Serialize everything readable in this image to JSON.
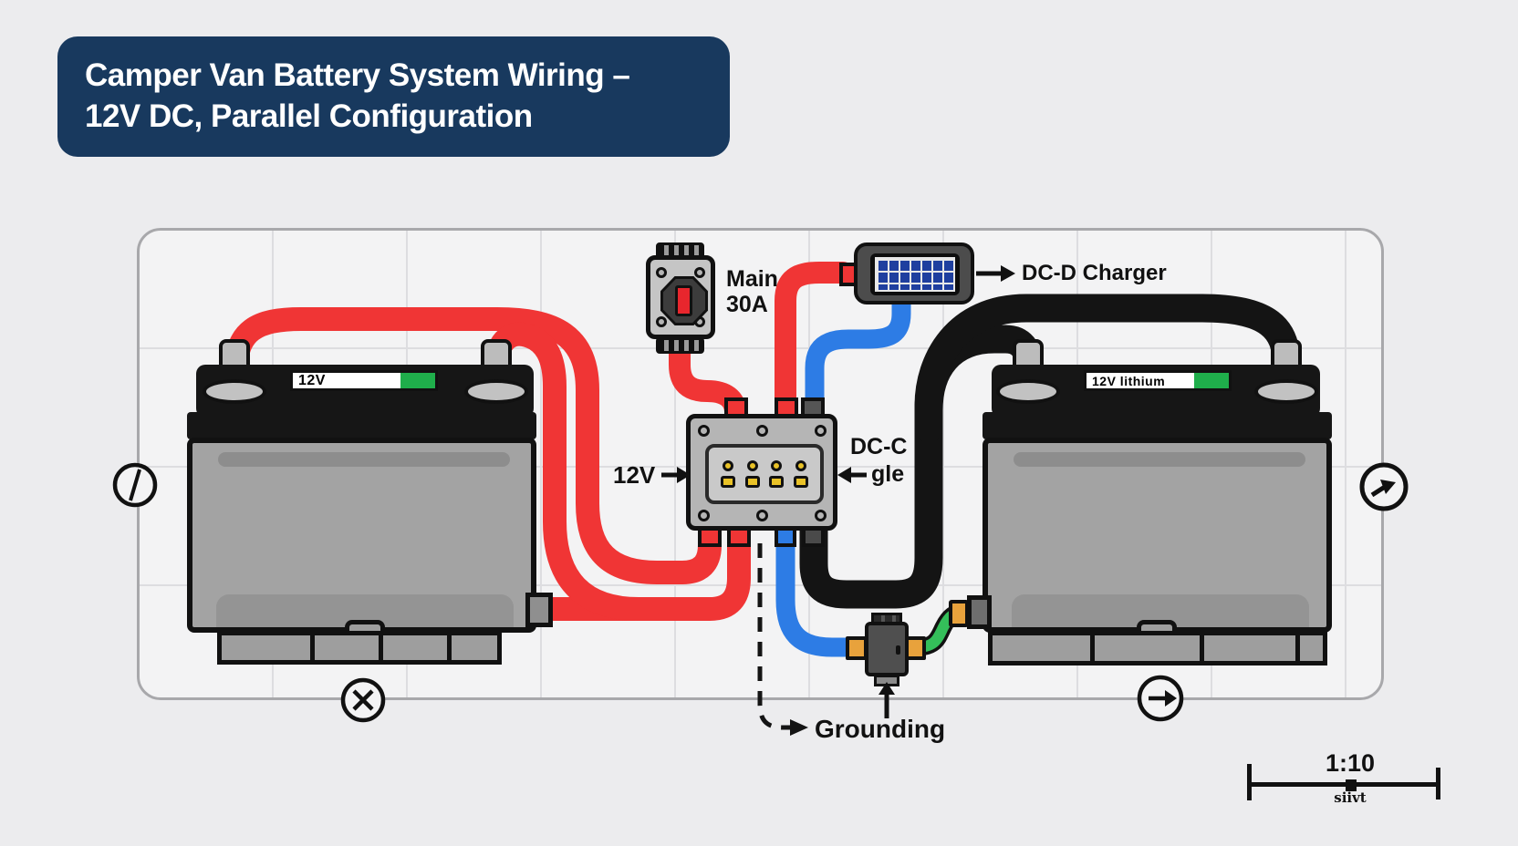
{
  "title": {
    "line1": "Camper Van Battery System Wiring –",
    "line2": "12V DC, Parallel Configuration"
  },
  "diagram": {
    "fuse_label": {
      "line1": "Main",
      "line2": "30A"
    },
    "bus_left_label": "12V",
    "bus_right_label": {
      "line1": "DC-C",
      "line2": "gle"
    },
    "charger_label": "DC-D Charger",
    "grounding_label": "Grounding",
    "battery_left_label": "12V",
    "battery_right_label": "12V lithium"
  },
  "scale": {
    "ratio": "1:10",
    "caption": "siivt"
  },
  "icons": {
    "left_edge": "slash-circle",
    "right_edge": "north-east-arrow-circle",
    "bottom_left": "crossed-circle",
    "bottom_right": "right-arrow-circle"
  },
  "colors": {
    "banner_navy": "#18395e",
    "positive_wire_red": "#f03535",
    "negative_wire_black": "#141414",
    "aux_wire_blue": "#2d7ce5",
    "ground_wire_green": "#34bf5a",
    "terminal_yellow": "#e9c227",
    "charge_indicator_green": "#1fae4b",
    "connector_orange": "#e8a23c"
  }
}
